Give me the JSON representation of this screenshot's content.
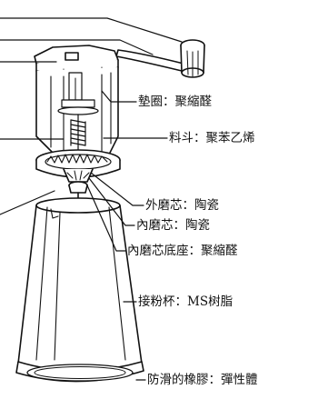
{
  "colors": {
    "line": "#111111",
    "background": "#ffffff"
  },
  "labels": {
    "gasket": "墊圈：聚縮醛",
    "hopper": "料斗：聚苯乙烯",
    "outer_burr": "外磨芯：陶瓷",
    "inner_burr": "內磨芯：陶瓷",
    "inner_burr_base": "內磨芯底座：聚縮醛",
    "catch_cup": "接粉杯：MS树脂",
    "nonslip_ring": "防滑的橡膠：彈性體"
  }
}
